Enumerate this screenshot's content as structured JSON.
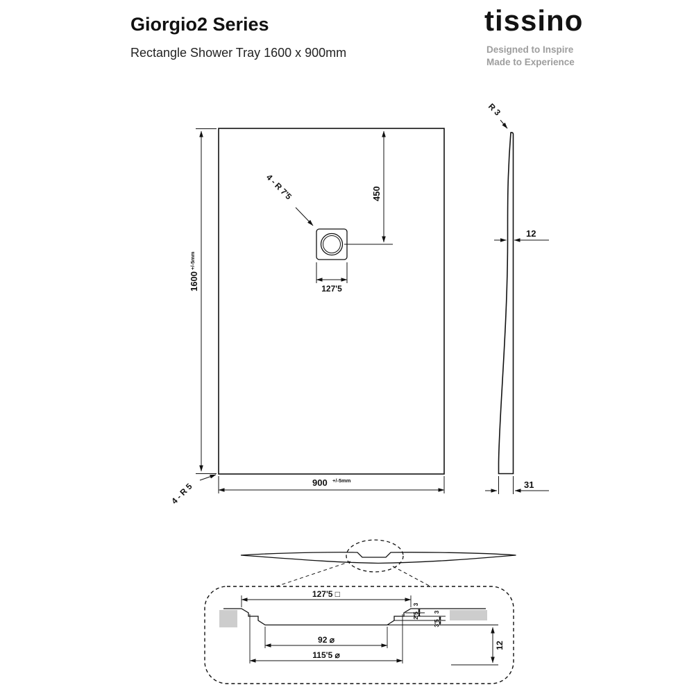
{
  "header": {
    "title": "Giorgio2 Series",
    "subtitle": "Rectangle Shower Tray 1600 x 900mm"
  },
  "brand": {
    "logo": "tissino",
    "tagline1": "Designed to Inspire",
    "tagline2": "Made to Experience"
  },
  "plan_view": {
    "length": "1600",
    "length_tolerance": "+/-5mm",
    "width": "900",
    "width_tolerance": "+/-5mm",
    "drain_distance_from_top": "450",
    "drain_width": "127'5",
    "drain_corner_radius": "4 - R 7'5",
    "tray_corner_radius": "4 - R 5"
  },
  "side_view": {
    "edge_radius": "R 3",
    "centre_thickness": "12",
    "edge_height": "31"
  },
  "detail_view": {
    "drain_square": "127'5 □",
    "step_1": "3",
    "step_2": "2'5",
    "step_3": "3",
    "step_4": "3'5",
    "inner_diameter": "92 ⌀",
    "outer_diameter": "115'5 ⌀",
    "depth": "12"
  },
  "colors": {
    "ink": "#111111",
    "gray_text": "#9d9d9d",
    "shade": "#cdcdcd"
  }
}
